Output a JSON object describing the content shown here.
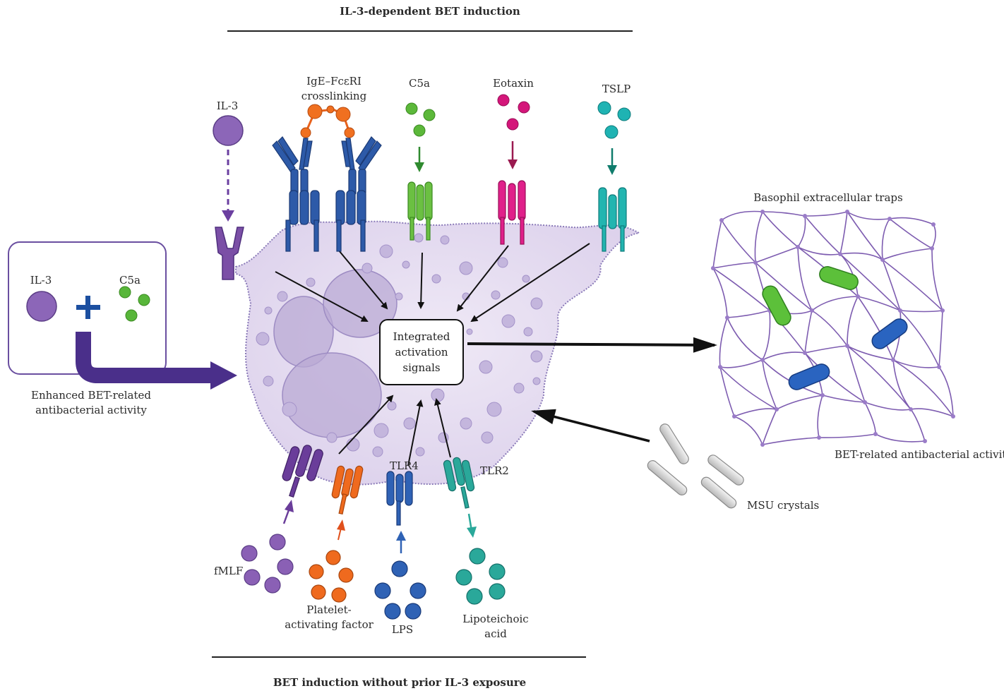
{
  "headers": {
    "top": "IL-3-dependent BET induction",
    "bottom": "BET induction without prior IL-3 exposure"
  },
  "inset": {
    "il3": "IL-3",
    "c5a": "C5a",
    "caption_line1": "Enhanced BET-related",
    "caption_line2": "antibacterial activity"
  },
  "top_stimuli": {
    "il3": "IL-3",
    "ige_line1": "IgE–FcεRI",
    "ige_line2": "crosslinking",
    "c5a": "C5a",
    "eotaxin": "Eotaxin",
    "tslp": "TSLP"
  },
  "center_box": {
    "line1": "Integrated",
    "line2": "activation",
    "line3": "signals"
  },
  "bottom_stimuli": {
    "fmlf": "fMLF",
    "paf_line1": "Platelet-",
    "paf_line2": "activating factor",
    "lps": "LPS",
    "lta_line1": "Lipoteichoic",
    "lta_line2": "acid",
    "tlr4": "TLR4",
    "tlr2": "TLR2"
  },
  "right": {
    "traps_title": "Basophil extracellular traps",
    "activity": "BET-related antibacterial activity",
    "msu": "MSU crystals"
  },
  "colors": {
    "il3_purple": "#7b4fa6",
    "ige_blue": "#2d5aa8",
    "ige_orange": "#e8621c",
    "c5a_green": "#5cb83a",
    "eotaxin_magenta": "#d4167a",
    "tslp_teal": "#1aa8a8",
    "fmlf_purple": "#6a3d9a",
    "paf_orange": "#ef6a1e",
    "lps_blue": "#2f62b5",
    "lta_teal": "#2aa89a",
    "cell_fill": "#e6dff0",
    "net_purple": "#7d5cb0"
  }
}
